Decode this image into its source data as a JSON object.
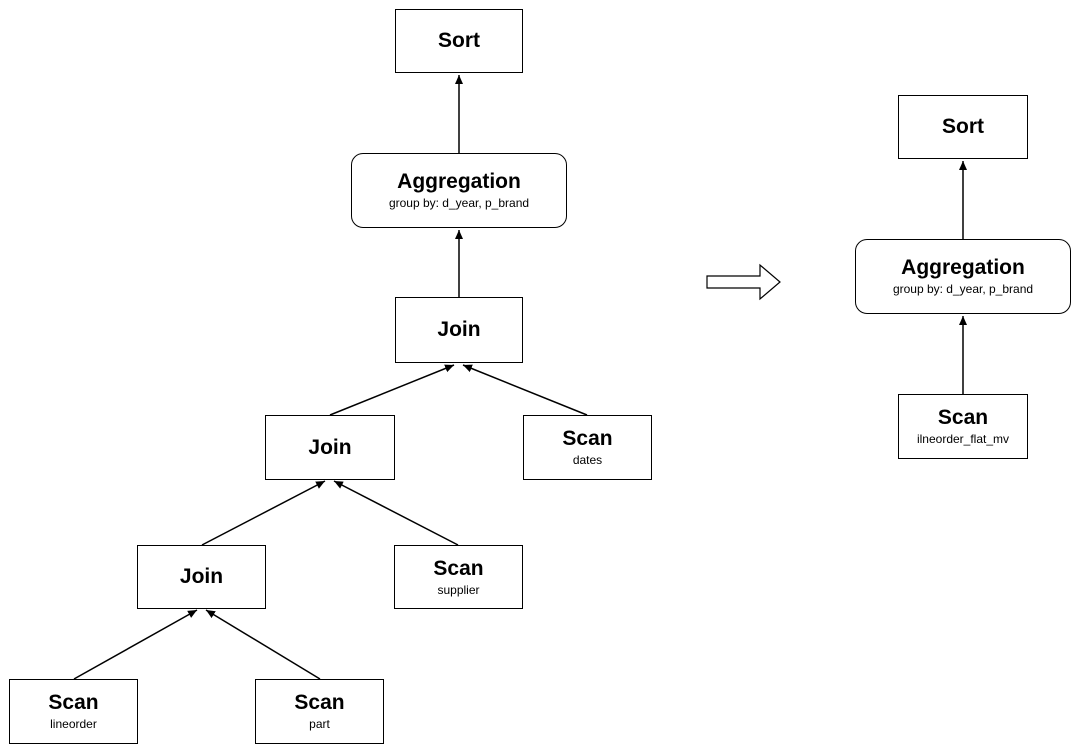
{
  "plans": {
    "original": {
      "sort": {
        "title": "Sort"
      },
      "aggregation": {
        "title": "Aggregation",
        "detail": "group by: d_year, p_brand"
      },
      "join_top": {
        "title": "Join"
      },
      "join_mid": {
        "title": "Join"
      },
      "join_bottom": {
        "title": "Join"
      },
      "scan_dates": {
        "title": "Scan",
        "detail": "dates"
      },
      "scan_supplier": {
        "title": "Scan",
        "detail": "supplier"
      },
      "scan_lineorder": {
        "title": "Scan",
        "detail": "lineorder"
      },
      "scan_part": {
        "title": "Scan",
        "detail": "part"
      }
    },
    "rewritten": {
      "sort": {
        "title": "Sort"
      },
      "aggregation": {
        "title": "Aggregation",
        "detail": "group by: d_year, p_brand"
      },
      "scan_mv": {
        "title": "Scan",
        "detail": "ilneorder_flat_mv"
      }
    }
  },
  "edges": [
    {
      "from": "original.aggregation",
      "to": "original.sort"
    },
    {
      "from": "original.join_top",
      "to": "original.aggregation"
    },
    {
      "from": "original.join_mid",
      "to": "original.join_top"
    },
    {
      "from": "original.scan_dates",
      "to": "original.join_top"
    },
    {
      "from": "original.join_bottom",
      "to": "original.join_mid"
    },
    {
      "from": "original.scan_supplier",
      "to": "original.join_mid"
    },
    {
      "from": "original.scan_lineorder",
      "to": "original.join_bottom"
    },
    {
      "from": "original.scan_part",
      "to": "original.join_bottom"
    },
    {
      "from": "rewritten.aggregation",
      "to": "rewritten.sort"
    },
    {
      "from": "rewritten.scan_mv",
      "to": "rewritten.aggregation"
    }
  ],
  "colors": {
    "stroke": "#000000",
    "background": "#ffffff"
  },
  "icons": {
    "transform_arrow": "right-arrow-icon"
  }
}
